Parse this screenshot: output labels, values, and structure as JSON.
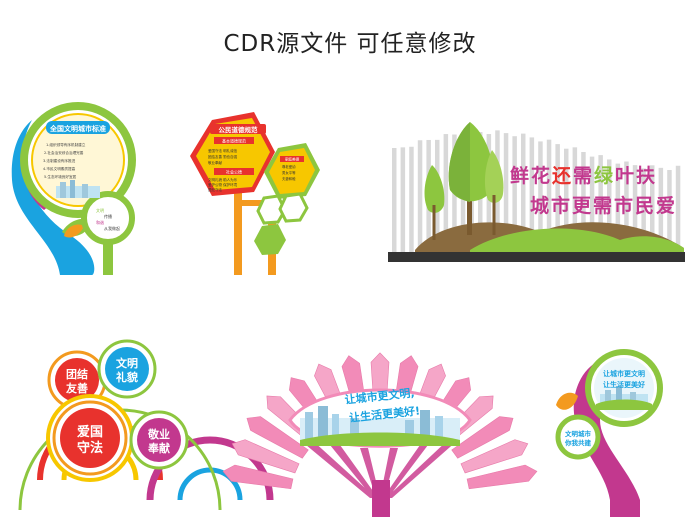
{
  "header": {
    "title": "CDR源文件  可任意修改"
  },
  "panel_civilized_city": {
    "title": "全国文明城市标准",
    "lines": [
      "1.组织领导有序机制建立",
      "2.社会治安综合治理完善",
      "3.法制建设有序推进",
      "4.市民文明素质提高",
      "5.生态环境良好宜居"
    ],
    "small_lines": [
      "文明",
      "传播",
      "和谐",
      "从我做起"
    ]
  },
  "panel_moral_code": {
    "title": "公民道德规范",
    "sub_a": "基本道德规范",
    "lines_a": [
      "爱国守法 明礼诚信",
      "团结友善 勤俭自强",
      "敬业奉献"
    ],
    "sub_b": "社会公德",
    "lines_b": [
      "文明礼貌 助人为乐",
      "爱护公物 保护环境",
      "遵纪守法"
    ],
    "sub_c": "家庭美德",
    "lines_c": [
      "尊老爱幼",
      "男女平等",
      "夫妻和睦"
    ]
  },
  "panel_flowers": {
    "line1": "鲜花还需绿叶扶",
    "line2": "城市更需市民爱"
  },
  "panel_values": {
    "items": [
      {
        "line1": "团结",
        "line2": "友善"
      },
      {
        "line1": "文明",
        "line2": "礼貌"
      },
      {
        "line1": "爱国",
        "line2": "守法"
      },
      {
        "line1": "敬业",
        "line2": "奉献"
      }
    ]
  },
  "panel_fan": {
    "line1": "让城市更文明,",
    "line2": "让生活更美好!"
  },
  "panel_spiral": {
    "line1": "让城市更文明",
    "line2": "让生活更美好",
    "badge1": "文明城市",
    "badge2": "你我共建"
  },
  "colors": {
    "blue": "#1aa3e0",
    "green": "#8dc63f",
    "yellow": "#f7c700",
    "orange": "#f39a1f",
    "red": "#e8322d",
    "magenta": "#c2388e",
    "pink": "#f28bb8"
  }
}
